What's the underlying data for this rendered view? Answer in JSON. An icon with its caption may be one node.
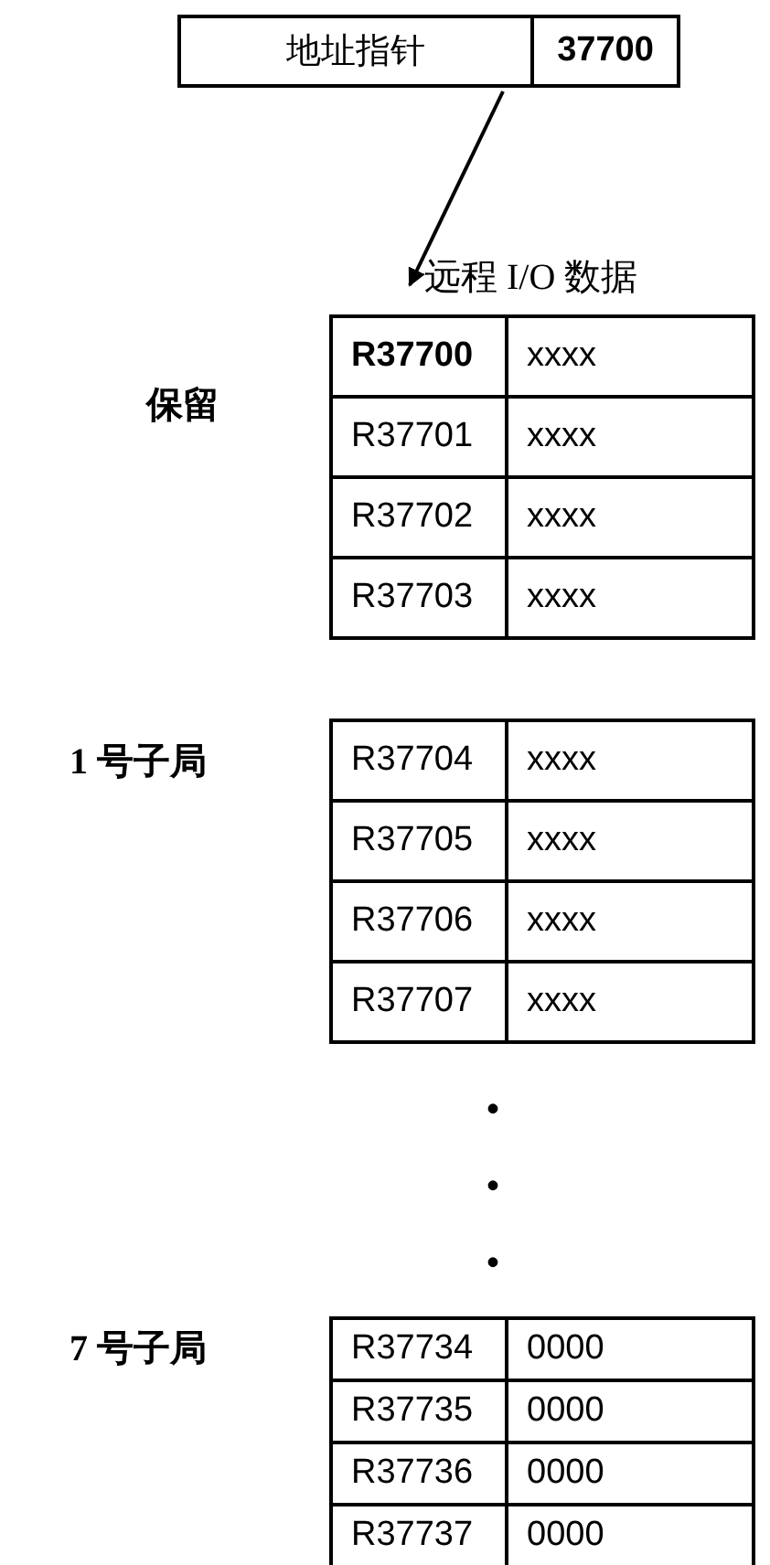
{
  "diagram": {
    "nodes": [
      {
        "text": [
          "地址指针",
          "37700"
        ]
      },
      {
        "text": [
          "远程 I/O 数据"
        ]
      },
      {
        "text": [
          "R37700",
          "xxxx",
          "R37701",
          "xxxx",
          "R37702",
          "xxxx",
          "R37703",
          "xxxx"
        ],
        "beside": [
          "保留"
        ]
      },
      {
        "text": [
          "R37704",
          "xxxx",
          "R37705",
          "xxxx",
          "R37706",
          "xxxx",
          "R37707",
          "xxxx"
        ],
        "beside": [
          "1 号子局"
        ]
      },
      {
        "text": [
          "R37734",
          "0000",
          "R37735",
          "0000",
          "R37736",
          "0000",
          "R37737",
          "0000"
        ],
        "beside": [
          "7 号子局"
        ]
      }
    ],
    "edges": [
      {
        "from": 0,
        "to": 1,
        "arrow": "to"
      }
    ],
    "labels": [
      "•",
      "•",
      "•"
    ]
  }
}
